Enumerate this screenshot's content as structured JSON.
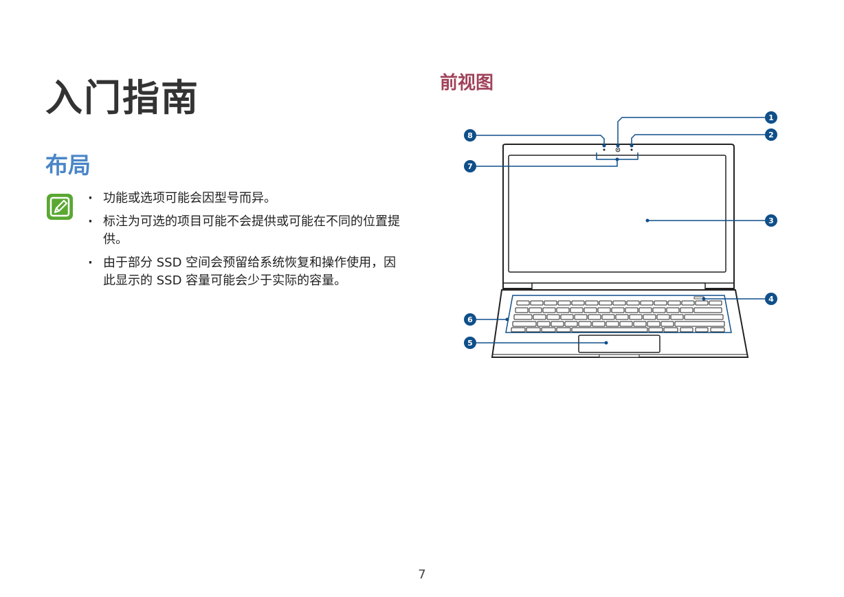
{
  "page": {
    "title": "入门指南",
    "subtitle": "布局",
    "section_title": "前视图",
    "page_number": "7"
  },
  "notes": [
    "功能或选项可能会因型号而异。",
    "标注为可选的项目可能不会提供或可能在不同的位置提供。",
    "由于部分 SSD 空间会预留给系统恢复和操作使用，因此显示的 SSD 容量可能会少于实际的容量。"
  ],
  "callouts": [
    "1",
    "2",
    "3",
    "4",
    "5",
    "6",
    "7",
    "8"
  ],
  "colors": {
    "title": "#333333",
    "subtitle": "#4a86c7",
    "section_title": "#a0425a",
    "callout": "#0f4f8a",
    "note_icon": "#5aa832"
  },
  "icons": {
    "note": "note-pencil-icon"
  }
}
